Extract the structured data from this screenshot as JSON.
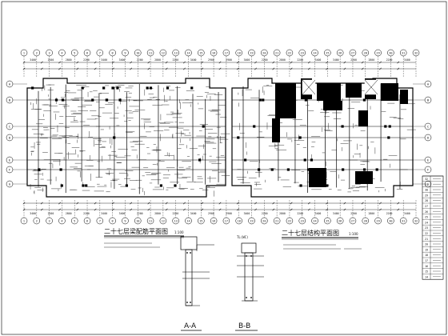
{
  "drawing": {
    "plan_left_title": "二十七层梁配筋平面图",
    "plan_left_scale": "1:100",
    "plan_right_title": "二十七层结构平面图",
    "plan_right_scale": "1:100",
    "section_a": "A-A",
    "section_b": "B-B",
    "section_b_tag": "TL(WC)",
    "axis_numbers": [
      "1",
      "2",
      "3",
      "4",
      "5",
      "6",
      "7",
      "8",
      "9",
      "10",
      "11",
      "12",
      "13",
      "14",
      "15",
      "16",
      "17",
      "18",
      "19",
      "20",
      "21",
      "22",
      "23",
      "24",
      "25",
      "26",
      "27",
      "28",
      "29",
      "30",
      "31",
      "32"
    ],
    "axis_letters": [
      "A",
      "B",
      "C",
      "D",
      "E",
      "F",
      "G"
    ],
    "dims_top": [
      "3400",
      "2200",
      "2800",
      "2200",
      "3400",
      "3400",
      "2200",
      "2800",
      "2200",
      "3400",
      "2900",
      "2900",
      "3400",
      "2200",
      "2800",
      "2200",
      "3400",
      "3400",
      "2200",
      "2800",
      "2200",
      "3400"
    ],
    "dims_bottom": [
      "3400",
      "2200",
      "2800",
      "2200",
      "3400",
      "3400",
      "2200",
      "2800",
      "2200",
      "3400",
      "2900",
      "2900",
      "3400",
      "2200",
      "2800",
      "2200",
      "3400",
      "3400",
      "2200",
      "2800",
      "2200",
      "3400"
    ],
    "level_table_rows": [
      "32",
      "31",
      "30",
      "29",
      "28",
      "27",
      "26",
      "25",
      "24",
      "23",
      "22",
      "21",
      "20",
      "19",
      "18",
      "17",
      "16",
      "15",
      "14"
    ]
  }
}
